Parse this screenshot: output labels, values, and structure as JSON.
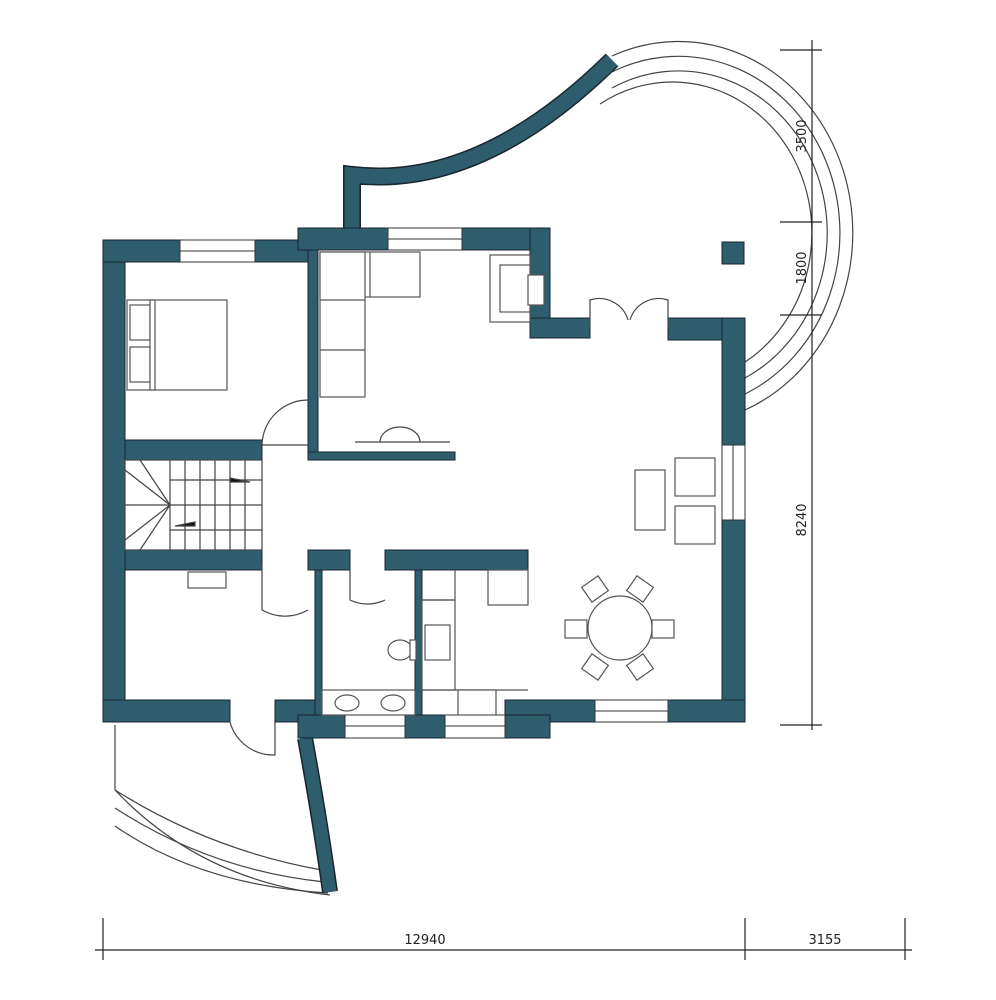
{
  "plan": {
    "wall_color": "#2e5d6e",
    "dimensions": {
      "right_top": "3500",
      "right_middle": "1800",
      "right_bottom": "8240",
      "bottom_main": "12940",
      "bottom_right": "3155"
    }
  }
}
